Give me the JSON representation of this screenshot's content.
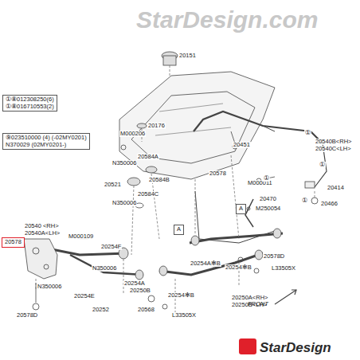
{
  "diagram": {
    "nodes": [
      {
        "text": [
          "①⑧012308250(6)",
          "①⑧016710553(2)"
        ]
      },
      {
        "text": [
          "⑨023510000 (4)      (-02MY0201)",
          "N370029      (02MY0201-)"
        ]
      },
      {
        "text": [
          "A"
        ]
      },
      {
        "text": [
          "A"
        ]
      },
      {
        "text": [
          "20578"
        ]
      }
    ],
    "labels": [
      "20151",
      "20176",
      "M000206",
      "20451",
      "20578",
      "20540B<RH>",
      "20540C<LH>",
      "20584A",
      "N350006",
      "M000011",
      "20414",
      "20521",
      "20584B",
      "20470",
      "M250054",
      "20466",
      "20584C",
      "N350006",
      "20540 <RH>",
      "20540A<LH>",
      "M000109",
      "20254F",
      "20254A✻B",
      "20254✻B",
      "20578D",
      "L33505X",
      "N350006",
      "N350006",
      "20254A",
      "20250B",
      "20254E",
      "20254✻B",
      "20250A<RH>",
      "20250B<LH>",
      "20252",
      "20568",
      "L33505X",
      "20578D",
      "FRONT",
      "①",
      "①",
      "①",
      "①",
      "StarDesign.com",
      "StarDesign"
    ]
  }
}
